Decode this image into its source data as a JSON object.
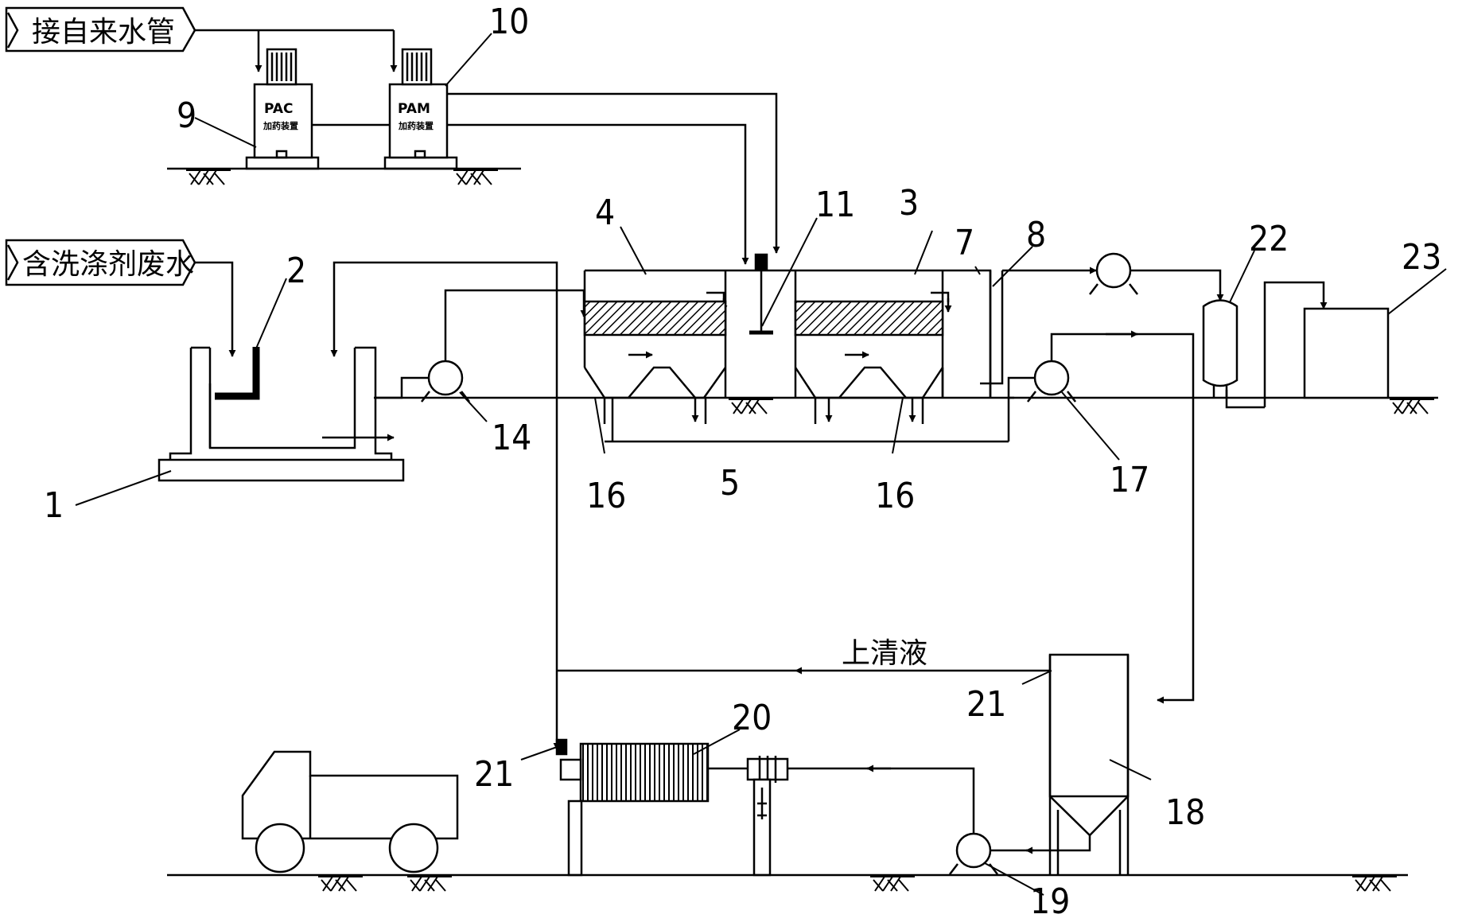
{
  "inputs": {
    "tap_water": "接自来水管",
    "detergent_wastewater": "含洗涤剂废水"
  },
  "dosing": {
    "pac_label": "PAC",
    "pac_sub": "加药装置",
    "pam_label": "PAM",
    "pam_sub": "加药装置"
  },
  "flow_labels": {
    "supernatant": "上清液"
  },
  "callouts": [
    "1",
    "2",
    "3",
    "4",
    "5",
    "7",
    "8",
    "9",
    "10",
    "11",
    "14",
    "16",
    "16",
    "17",
    "18",
    "19",
    "20",
    "21",
    "21",
    "22",
    "23"
  ],
  "colors": {
    "line": "#000000",
    "background": "#ffffff"
  }
}
